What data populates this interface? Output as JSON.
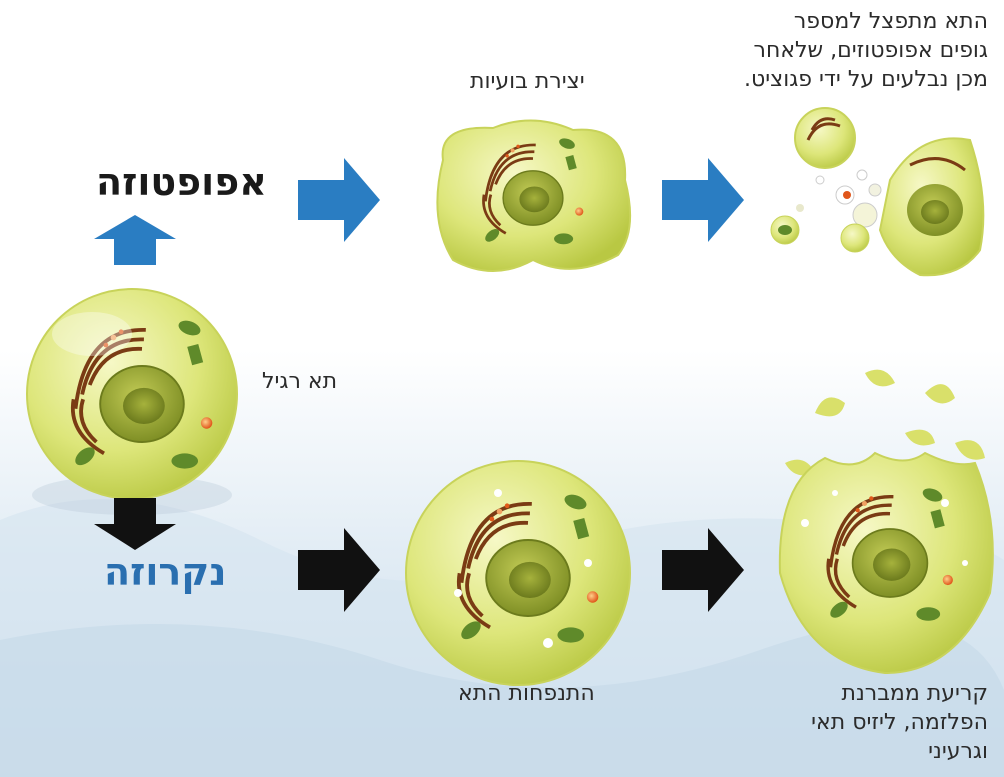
{
  "labels": {
    "apoptosis": "אפופטוזה",
    "necrosis": "נקרוזה",
    "normal_cell": "תא רגיל",
    "blebbing": "יצירת בועיות",
    "fragment_line1": "התא מתפצל למספר",
    "fragment_line2": "גופים אפופטוזים, שלאחר",
    "fragment_line3": "מכן נבלעים על ידי פגוציט.",
    "swelling": "התנפחות התא",
    "rupture_line1": "קריעת ממברנת",
    "rupture_line2": "הפלזמה, ליזיס תאי",
    "rupture_line3": "וגרעיני"
  },
  "colors": {
    "apoptosis_arrow": "#2a7dc2",
    "necrosis_arrow": "#111111",
    "apoptosis_text": "#1a1a1a",
    "necrosis_text": "#2a6fb0",
    "cytoplasm": "#dfe88a",
    "nucleus": "#8a9a2a",
    "er": "#7a3b14"
  },
  "icons": {
    "up_arrow": "blue-up-arrow-icon",
    "down_arrow": "black-down-arrow-icon",
    "right_arrow_blue": "blue-right-arrow-icon",
    "right_arrow_black": "black-right-arrow-icon"
  }
}
